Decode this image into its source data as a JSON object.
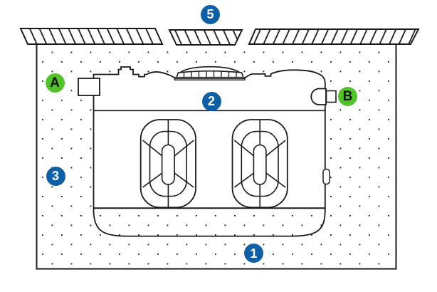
{
  "diagram": {
    "markers": {
      "m5": {
        "label": "5",
        "style": "blue"
      },
      "mA": {
        "label": "A",
        "style": "green"
      },
      "mB": {
        "label": "B",
        "style": "green"
      },
      "m2": {
        "label": "2",
        "style": "blue"
      },
      "m3": {
        "label": "3",
        "style": "blue"
      },
      "m1": {
        "label": "1",
        "style": "blue"
      }
    },
    "colors": {
      "marker_blue": "#0e5fa4",
      "marker_green": "#52c22c",
      "line": "#1a1a1a",
      "canvas": "#ffffff"
    }
  }
}
